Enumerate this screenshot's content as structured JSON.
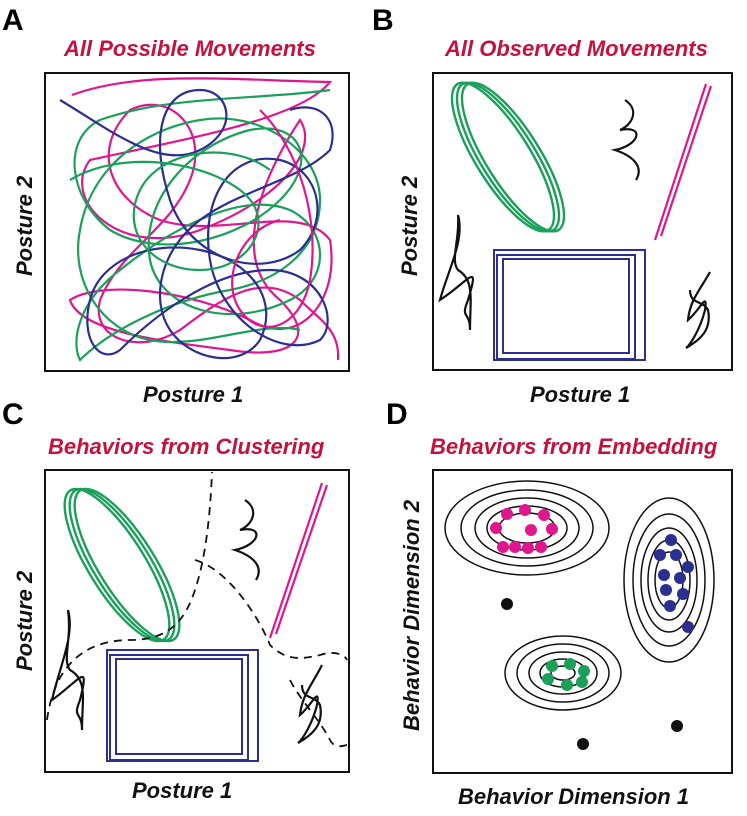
{
  "panels": [
    {
      "letter": "A",
      "title": "All Possible Movements",
      "xlabel": "Posture 1",
      "ylabel": "Posture 2"
    },
    {
      "letter": "B",
      "title": "All Observed Movements",
      "xlabel": "Posture 1",
      "ylabel": "Posture 2"
    },
    {
      "letter": "C",
      "title": "Behaviors from Clustering",
      "xlabel": "Posture 1",
      "ylabel": "Posture 2"
    },
    {
      "letter": "D",
      "title": "Behaviors from Embedding",
      "xlabel": "Behavior Dimension 1",
      "ylabel": "Behavior Dimension 2"
    }
  ],
  "colors": {
    "title": "#c4123e",
    "green": "#1aa05a",
    "magenta": "#e0168f",
    "navy": "#2b2f8f",
    "black": "#111111"
  }
}
